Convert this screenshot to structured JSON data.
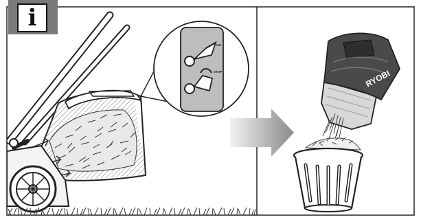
{
  "info_badge": {
    "label": "i"
  },
  "inset_dial": {
    "go_label": "GO",
    "stop_label": "STOP"
  },
  "grass_bag": {
    "brand": "RYOBI"
  },
  "colors": {
    "frame": "#222222",
    "badge_bg": "#7a7a7a",
    "dial_bg": "#bdbdbd",
    "bag_dark": "#4a4a4a",
    "bag_light": "#d8d8d8",
    "arrow_start": "#f2f2f2",
    "arrow_end": "#8a8a8a",
    "grass": "#333333"
  }
}
